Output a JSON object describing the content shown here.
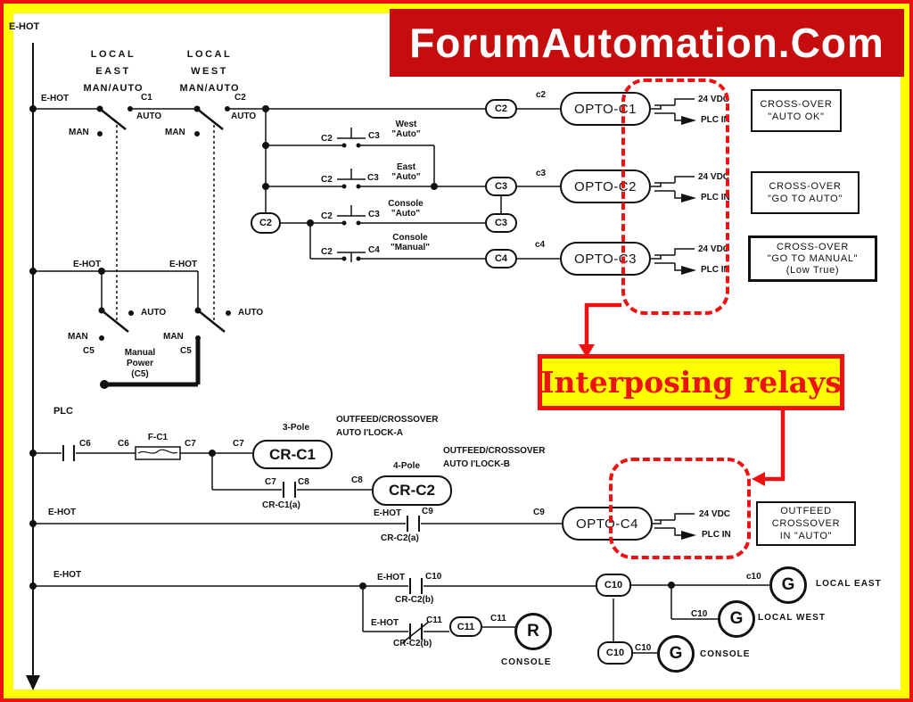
{
  "banner": {
    "title": "ForumAutomation.Com"
  },
  "callout": {
    "text": "Interposing relays"
  },
  "colors": {
    "accent_red": "#ee1111",
    "banner_red": "#c60d0d",
    "highlight_yellow": "#ffff00",
    "line_black": "#111111"
  },
  "headings": {
    "local_east": [
      "LOCAL",
      "EAST",
      "MAN/AUTO"
    ],
    "local_west": [
      "LOCAL",
      "WEST",
      "MAN/AUTO"
    ]
  },
  "t": {
    "ehot": "E-HOT",
    "plc": "PLC",
    "man": "MAN",
    "auto": "AUTO",
    "c1": "C1",
    "c2": "C2",
    "c3": "C3",
    "c4": "C4",
    "c5": "C5",
    "c6": "C6",
    "c7": "C7",
    "c8": "C8",
    "c9": "C9",
    "c10": "C10",
    "c11": "C11",
    "c2w": "c2",
    "c3w": "c3",
    "c4w": "c4",
    "c10w": "c10",
    "west_m": "West",
    "east_m": "East",
    "console_m": "Console",
    "auto_q": "\"Auto\"",
    "manual_q": "\"Manual\"",
    "manual": "Manual",
    "power": "Power",
    "c5p": "(C5)",
    "fc1": "F-C1",
    "pole3": "3-Pole",
    "pole4": "4-Pole",
    "crc1": "CR-C1",
    "crc2": "CR-C2",
    "crc1a": "CR-C1(a)",
    "crc2a": "CR-C2(a)",
    "crc2b": "CR-C2(b)",
    "opto1": "OPTO-C1",
    "opto2": "OPTO-C2",
    "opto3": "OPTO-C3",
    "opto4": "OPTO-C4",
    "vdc": "24 VDC",
    "plcin": "PLC IN",
    "outcross": "OUTFEED/CROSSOVER",
    "ilocka": "AUTO I'LOCK-A",
    "ilockb": "AUTO I'LOCK-B",
    "g": "G",
    "r": "R",
    "local_east": "LOCAL EAST",
    "local_west": "LOCAL WEST",
    "console_u": "CONSOLE"
  },
  "boxes": {
    "b1": [
      "CROSS-OVER",
      "\"AUTO OK\""
    ],
    "b2": [
      "CROSS-OVER",
      "\"GO TO AUTO\""
    ],
    "b3": [
      "CROSS-OVER",
      "\"GO TO MANUAL\"",
      "(Low True)"
    ],
    "b4": [
      "OUTFEED",
      "CROSSOVER",
      "IN \"AUTO\""
    ]
  }
}
